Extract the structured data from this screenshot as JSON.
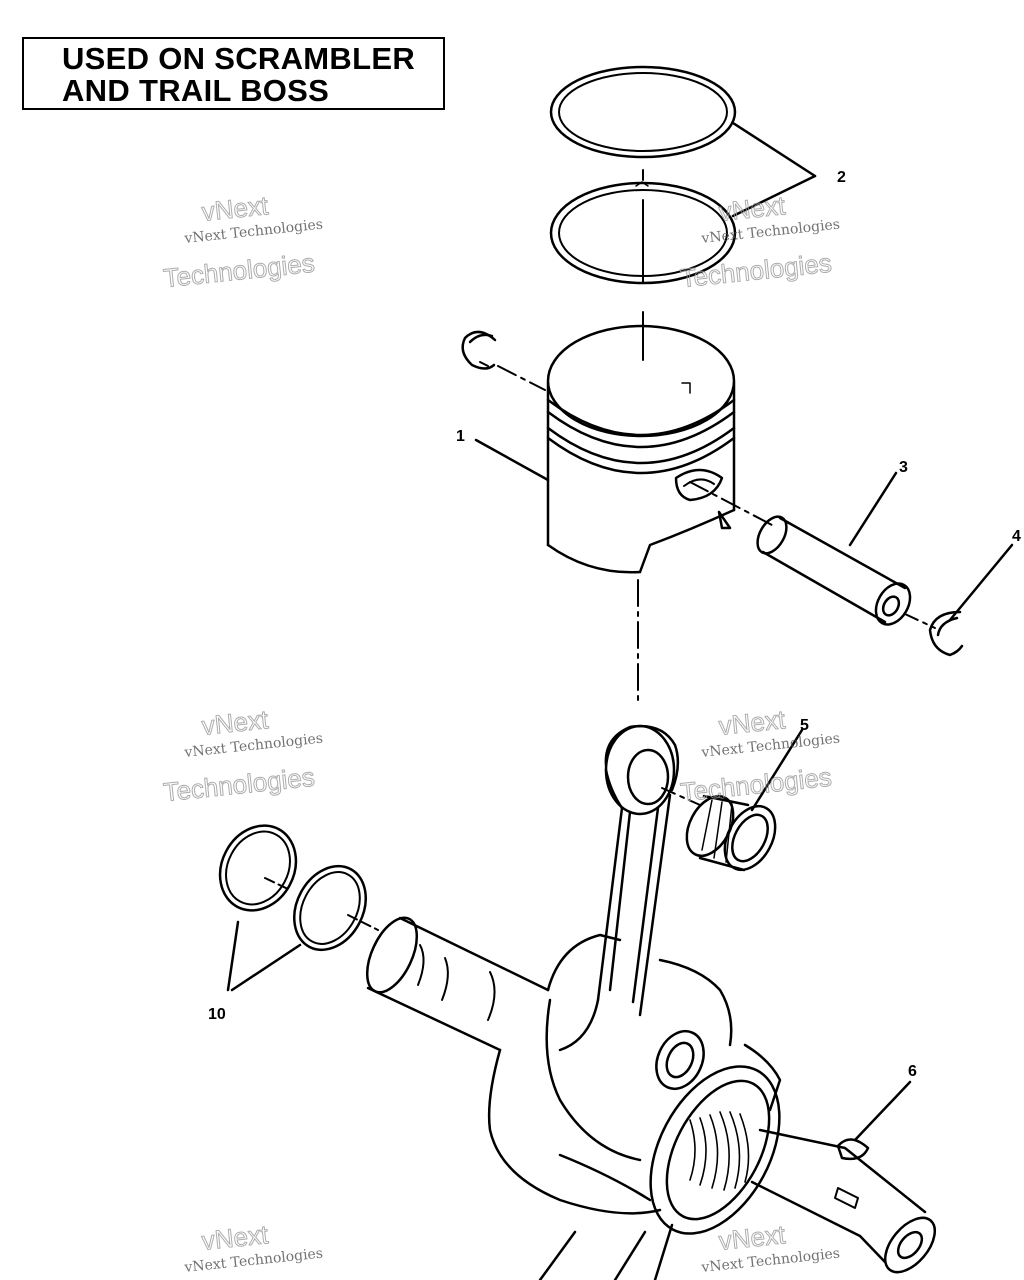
{
  "title": {
    "line1": "USED ON SCRAMBLER",
    "line2": "AND TRAIL BOSS"
  },
  "callouts": {
    "piston": "1",
    "piston_rings": "2",
    "piston_pin": "3",
    "pin_circlip": "4",
    "needle_bearing": "5",
    "woodruff_key": "6",
    "crankshaft_seals": "10"
  },
  "watermark": {
    "small": "vNext Technologies",
    "top": "vNext",
    "bottom": "Technologies"
  }
}
